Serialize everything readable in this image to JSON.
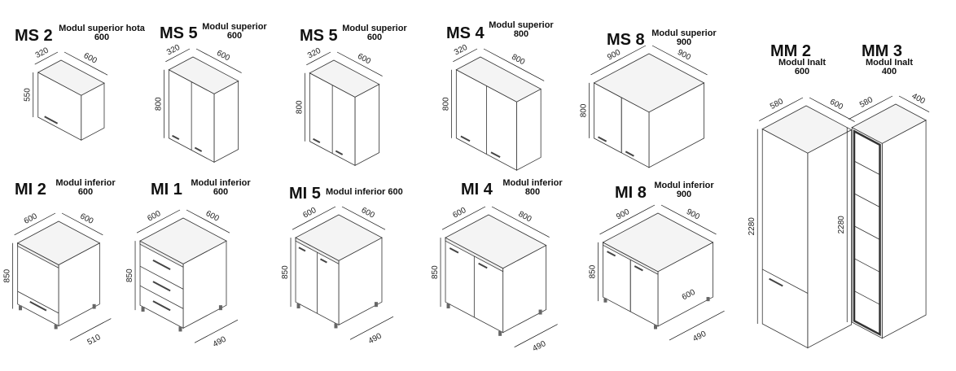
{
  "modules": [
    {
      "id": "ms2",
      "code": "MS 2",
      "title": [
        "Modul superior hota",
        "600"
      ],
      "dims": {
        "depth": "320",
        "width": "600",
        "height": "550"
      }
    },
    {
      "id": "ms5a",
      "code": "MS 5",
      "title": [
        "Modul superior",
        "600"
      ],
      "dims": {
        "depth": "320",
        "width": "600",
        "height": "800"
      }
    },
    {
      "id": "ms5b",
      "code": "MS 5",
      "title": [
        "Modul superior",
        "600"
      ],
      "dims": {
        "depth": "320",
        "width": "600",
        "height": "800"
      }
    },
    {
      "id": "ms4",
      "code": "MS 4",
      "title": [
        "Modul superior",
        "800"
      ],
      "dims": {
        "depth": "320",
        "width": "800",
        "height": "800"
      }
    },
    {
      "id": "ms8",
      "code": "MS 8",
      "title": [
        "Modul superior",
        "900"
      ],
      "dims": {
        "depth": "900",
        "width": "900",
        "height": "800"
      }
    },
    {
      "id": "mm2",
      "code": "MM 2",
      "title": [
        "Modul Inalt",
        "600"
      ],
      "dims": {
        "depth": "580",
        "width": "600",
        "height": "2280"
      }
    },
    {
      "id": "mm3",
      "code": "MM 3",
      "title": [
        "Modul Inalt",
        "400"
      ],
      "dims": {
        "depth": "580",
        "width": "400",
        "height": "2280"
      }
    },
    {
      "id": "mi2",
      "code": "MI 2",
      "title": [
        "Modul inferior",
        "600"
      ],
      "dims": {
        "depth": "600",
        "width": "600",
        "height": "850",
        "bottom": "510"
      }
    },
    {
      "id": "mi1",
      "code": "MI 1",
      "title": [
        "Modul inferior",
        "600"
      ],
      "dims": {
        "depth": "600",
        "width": "600",
        "height": "850",
        "bottom": "490"
      }
    },
    {
      "id": "mi5",
      "code": "MI 5",
      "title": [
        "Modul inferior 600"
      ],
      "dims": {
        "depth": "600",
        "width": "600",
        "height": "850",
        "bottom": "490"
      }
    },
    {
      "id": "mi4",
      "code": "MI 4",
      "title": [
        "Modul inferior",
        "800"
      ],
      "dims": {
        "depth": "600",
        "width": "800",
        "height": "850",
        "bottom": "490"
      }
    },
    {
      "id": "mi8",
      "code": "MI 8",
      "title": [
        "Modul inferior",
        "900"
      ],
      "dims": {
        "depth": "900",
        "width": "900",
        "height": "850",
        "bottom": "490",
        "side": "600"
      }
    }
  ]
}
